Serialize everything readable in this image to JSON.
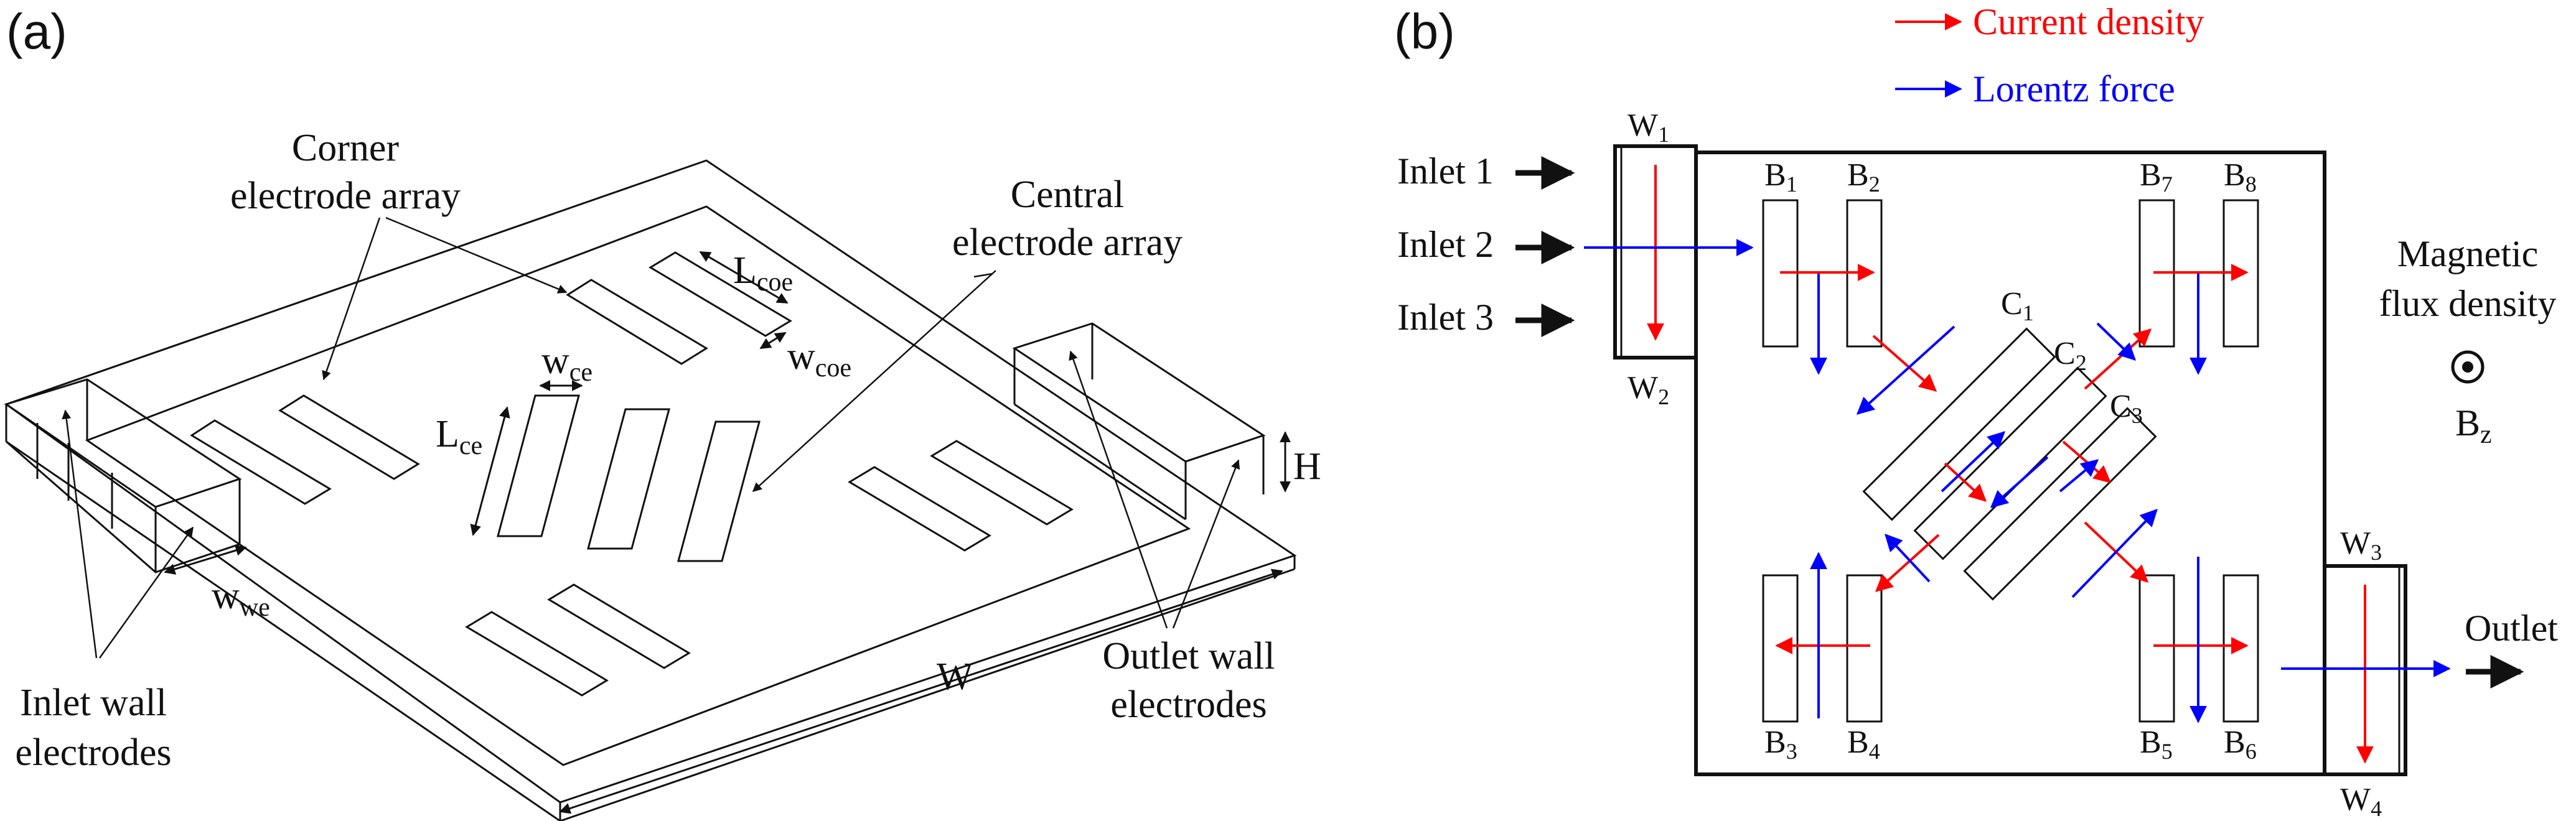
{
  "panel_a": {
    "tag": "(a)",
    "corner_label": [
      "Corner",
      "electrode array"
    ],
    "central_label": [
      "Central",
      "electrode array"
    ],
    "inlet_label": [
      "Inlet wall",
      "electrodes"
    ],
    "outlet_label": [
      "Outlet wall",
      "electrodes"
    ],
    "dims": {
      "L_main": "L",
      "L_ce_sub": "ce",
      "L_coe_sub": "coe",
      "w_main": "w",
      "w_ce_sub": "ce",
      "w_coe_sub": "coe",
      "w_we_sub": "we",
      "W": "W",
      "H": "H"
    }
  },
  "panel_b": {
    "tag": "(b)",
    "legend": {
      "current": "Current density",
      "lorentz": "Lorentz force"
    },
    "inlets": [
      "Inlet 1",
      "Inlet 2",
      "Inlet 3"
    ],
    "outlet": "Outlet",
    "magnetic": [
      "Magnetic",
      "flux density"
    ],
    "bz_main": "B",
    "bz_sub": "z",
    "b_main": "B",
    "b_subs": [
      "1",
      "2",
      "3",
      "4",
      "5",
      "6",
      "7",
      "8"
    ],
    "c_main": "C",
    "c_subs": [
      "1",
      "2",
      "3"
    ],
    "w_main": "W",
    "w_subs": [
      "1",
      "2",
      "3",
      "4"
    ]
  },
  "colors": {
    "current": "#ff0000",
    "lorentz": "#0000ff",
    "line": "#111111"
  }
}
